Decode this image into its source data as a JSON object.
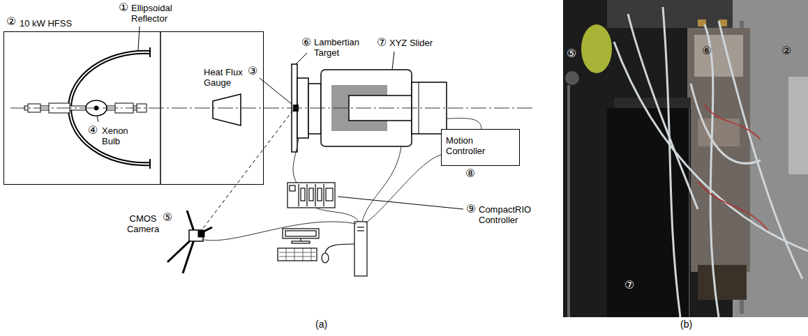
{
  "diagram": {
    "nodes": [
      {
        "text": [
          "②",
          "10 kW HFSS"
        ]
      },
      {
        "text": [
          "Motion Controller",
          "⑧"
        ]
      }
    ],
    "labels": [
      "①",
      "Ellipsoidal Reflector",
      "④",
      "Xenon Bulb",
      "Heat Flux Gauge",
      "③",
      "⑥",
      "Lambertian Target",
      "⑦",
      "XYZ Slider",
      "CMOS Camera",
      "⑤",
      "⑨",
      "CompactRIO Controller",
      "(a)",
      "⑤",
      "⑥",
      "②",
      "⑦",
      "(b)"
    ]
  }
}
